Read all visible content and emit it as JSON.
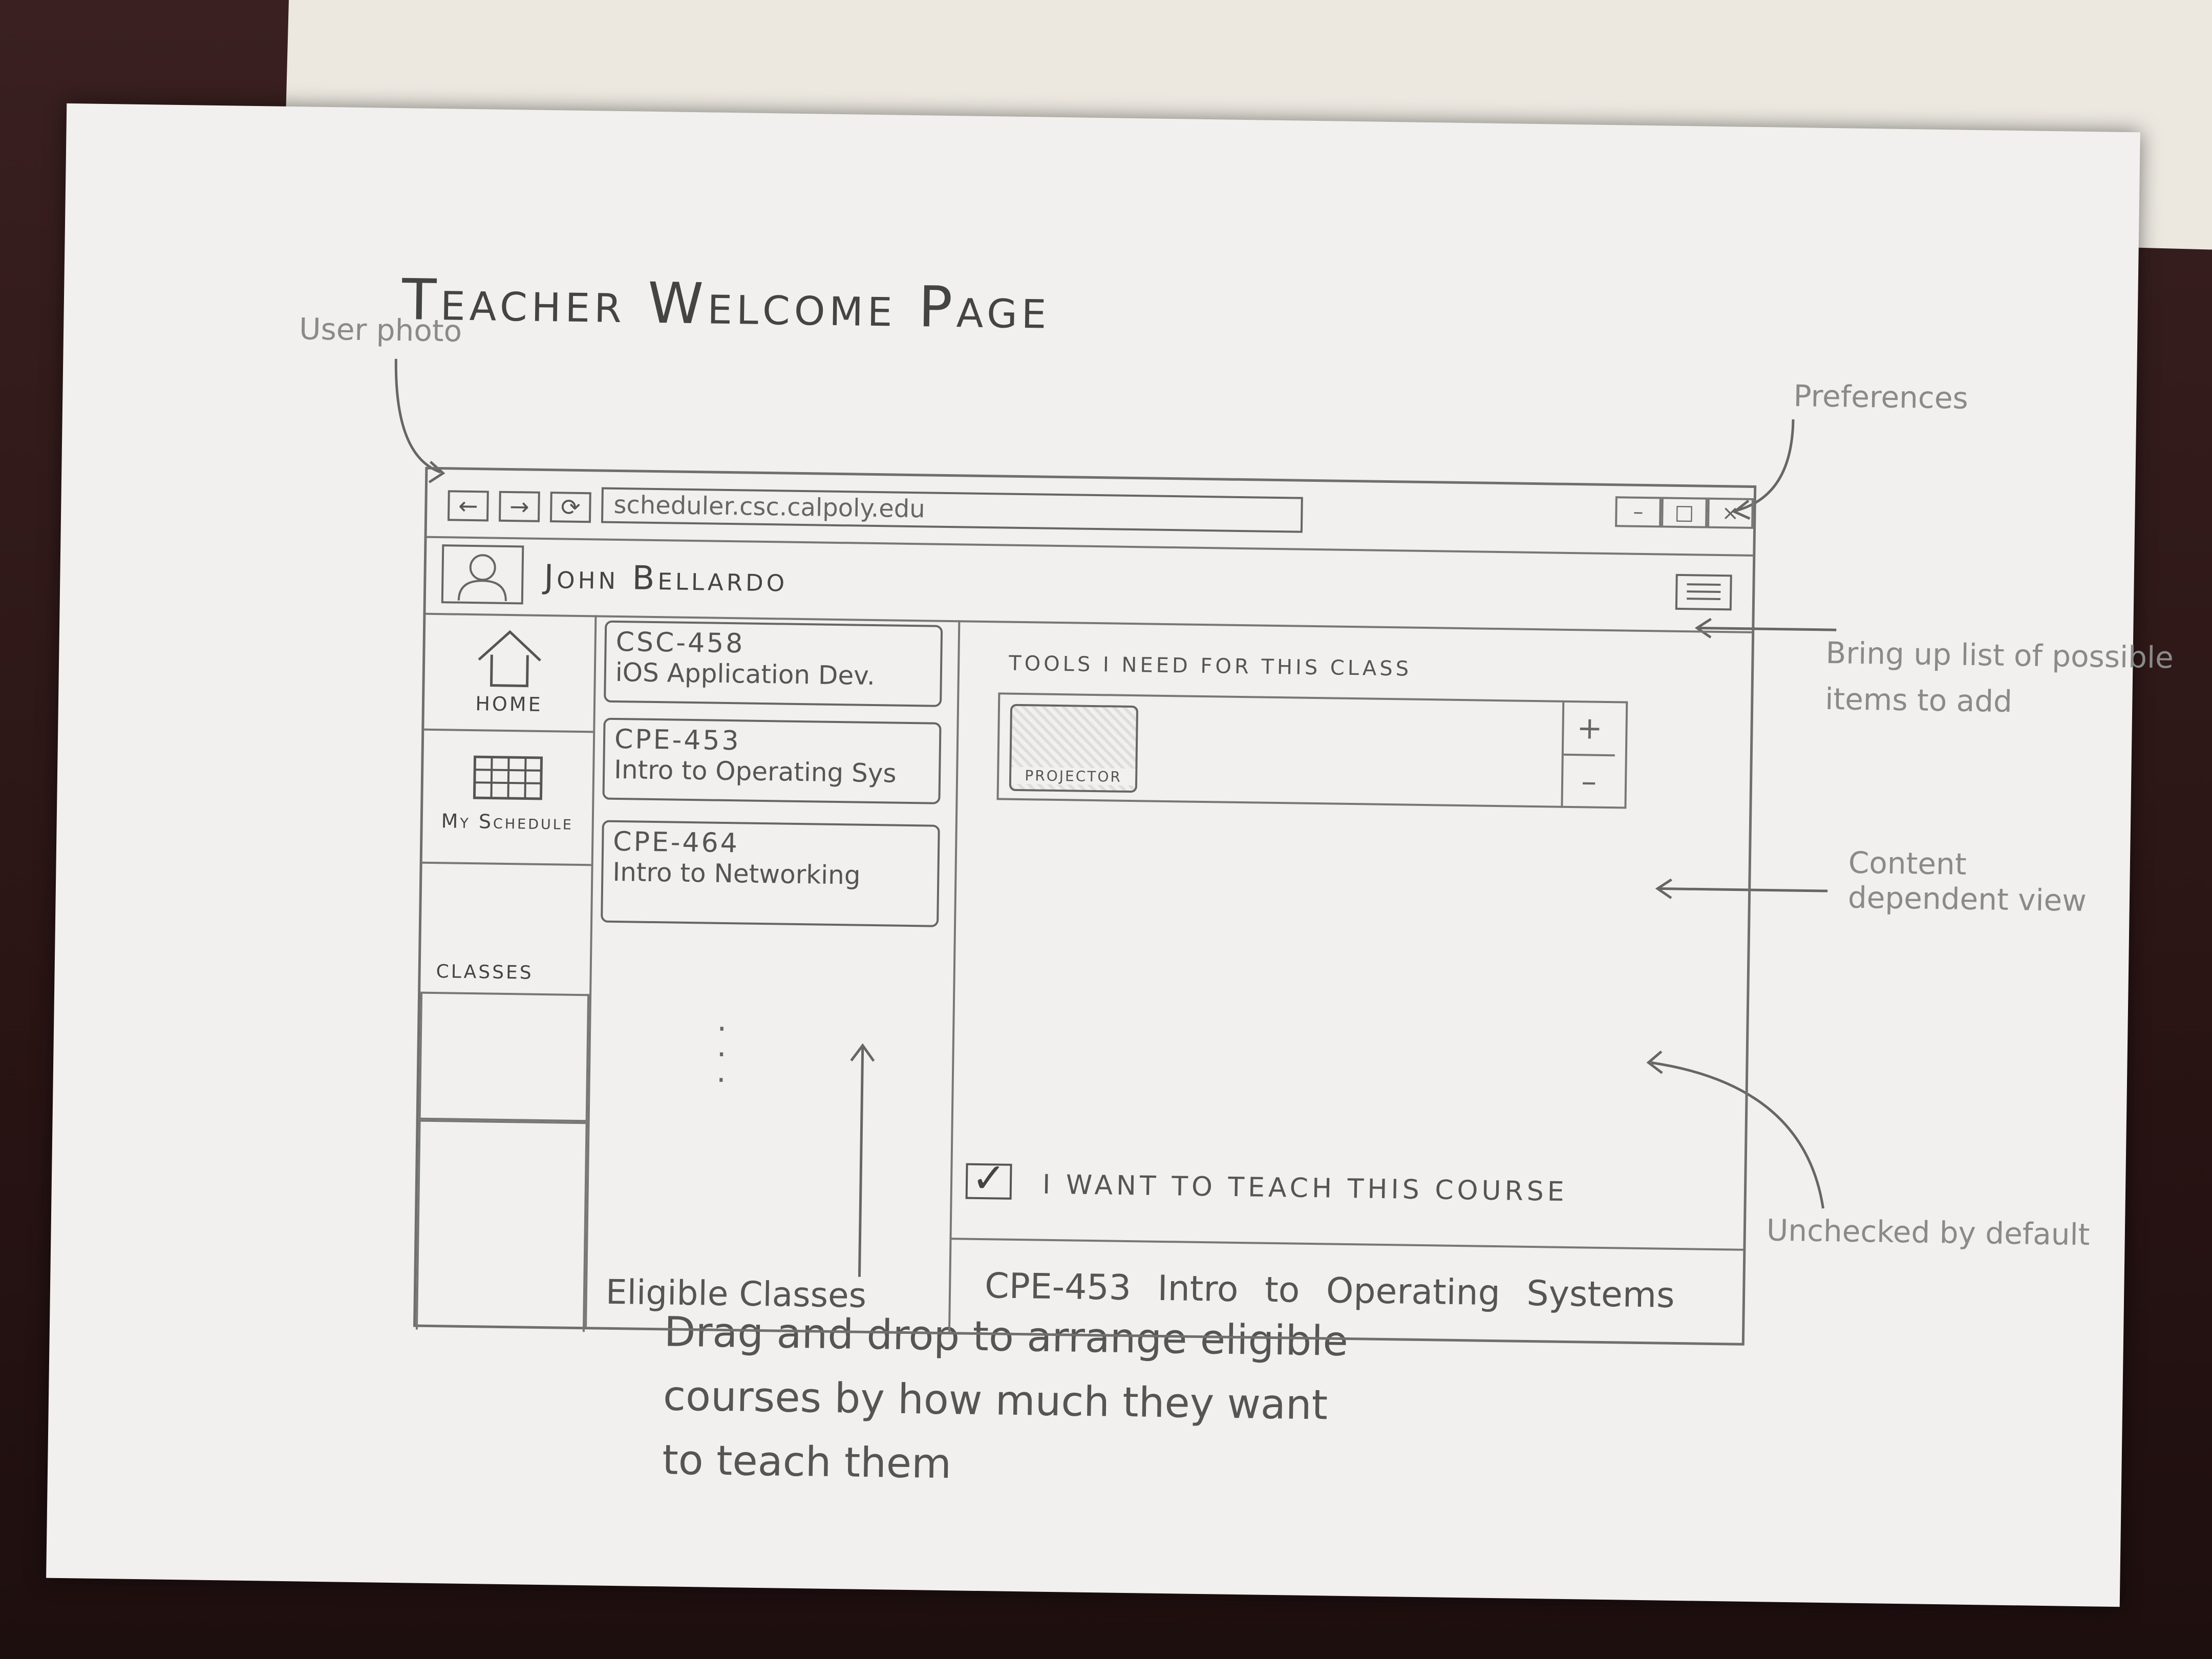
{
  "page_title": "Teacher Welcome Page",
  "annotations": {
    "user_photo": "User photo",
    "preferences": "Preferences",
    "bring_up_list": "Bring up list of possible items to add",
    "content_dependent": "Content dependent view",
    "unchecked_default": "Unchecked by default",
    "drag_drop": [
      "Drag and drop to arrange eligible",
      "courses by how much they want",
      "to teach them"
    ]
  },
  "browser": {
    "back": "←",
    "forward": "→",
    "refresh": "⟳",
    "url": "scheduler.csc.calpoly.edu",
    "minimize": "–",
    "maximize": "□",
    "close": "×"
  },
  "user": {
    "name": "John Bellardo"
  },
  "sidebar": {
    "home_label": "Home",
    "schedule_label": "My Schedule",
    "classes_label": "Classes"
  },
  "courses": [
    {
      "code": "CSC-458",
      "name": "iOS Application Dev."
    },
    {
      "code": "CPE-453",
      "name": "Intro to Operating Sys"
    },
    {
      "code": "CPE-464",
      "name": "Intro to Networking"
    }
  ],
  "eligible_label": "Eligible Classes",
  "content": {
    "tools_heading": "Tools I need for this class",
    "tool_item": "Projector",
    "add": "+",
    "remove": "–",
    "teach_label": "I want to teach this course",
    "teach_checked": true,
    "selected_course": "CPE-453   Intro to Operating Systems"
  }
}
